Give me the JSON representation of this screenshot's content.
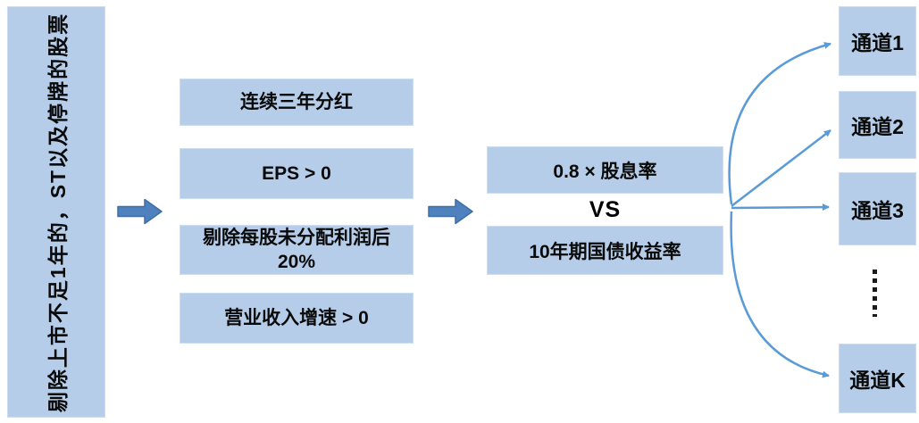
{
  "diagram_title": "stock screening funnel to channels",
  "colors": {
    "box_fill": "#B5CDE9",
    "box_border": "#CBDEF1",
    "block_arrow_fill": "#4E81BD",
    "block_arrow_stroke": "#3D6EA5",
    "line_arrow": "#5B9BD5",
    "text": "#0a0a0a",
    "background": "#ffffff"
  },
  "left_panel": {
    "label": "剔除上市不足1年的，ST以及停牌的股票"
  },
  "filters": [
    {
      "label": "连续三年分红"
    },
    {
      "label": "EPS > 0"
    },
    {
      "label": "剔除每股未分配利润后20%"
    },
    {
      "label": "营业收入增速 > 0"
    }
  ],
  "comparison": {
    "top": "0.8 × 股息率",
    "vs": "VS",
    "bottom": "10年期国债收益率"
  },
  "channels": [
    {
      "label": "通道1"
    },
    {
      "label": "通道2"
    },
    {
      "label": "通道3"
    },
    {
      "label": "通道K"
    }
  ]
}
